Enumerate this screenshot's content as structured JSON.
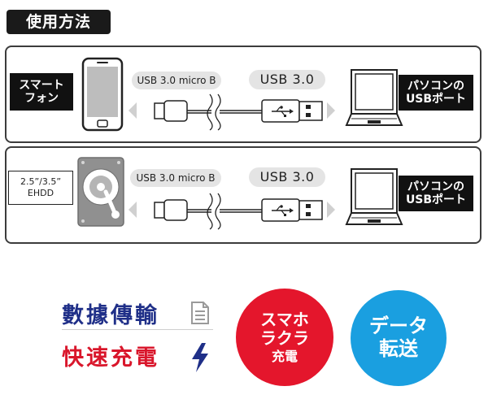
{
  "title": "使用方法",
  "panel1": {
    "device_label_line1": "スマート",
    "device_label_line2": "フォン",
    "micro_label": "USB 3.0 micro B",
    "usb_label": "USB 3.0",
    "pc_label_line1": "パソコンの",
    "pc_label_line2": "USBポート"
  },
  "panel2": {
    "device_label_line1": "2.5”/3.5”",
    "device_label_line2": "EHDD",
    "micro_label": "USB 3.0 micro B",
    "usb_label": "USB 3.0",
    "pc_label_line1": "パソコンの",
    "pc_label_line2": "USBポート"
  },
  "features": {
    "data_transfer": "數據傳輸",
    "fast_charge": "快速充電"
  },
  "badges": {
    "red_line1": "スマホ",
    "red_line2": "ラクラ",
    "red_line3": "充電",
    "blue_line1": "データ",
    "blue_line2": "転送"
  },
  "colors": {
    "dark": "#111111",
    "panel_border": "#3c3c3c",
    "pill_gray": "#e4e4e4",
    "navy": "#1f2f88",
    "red": "#e4162c",
    "blue": "#1a9fe0"
  }
}
